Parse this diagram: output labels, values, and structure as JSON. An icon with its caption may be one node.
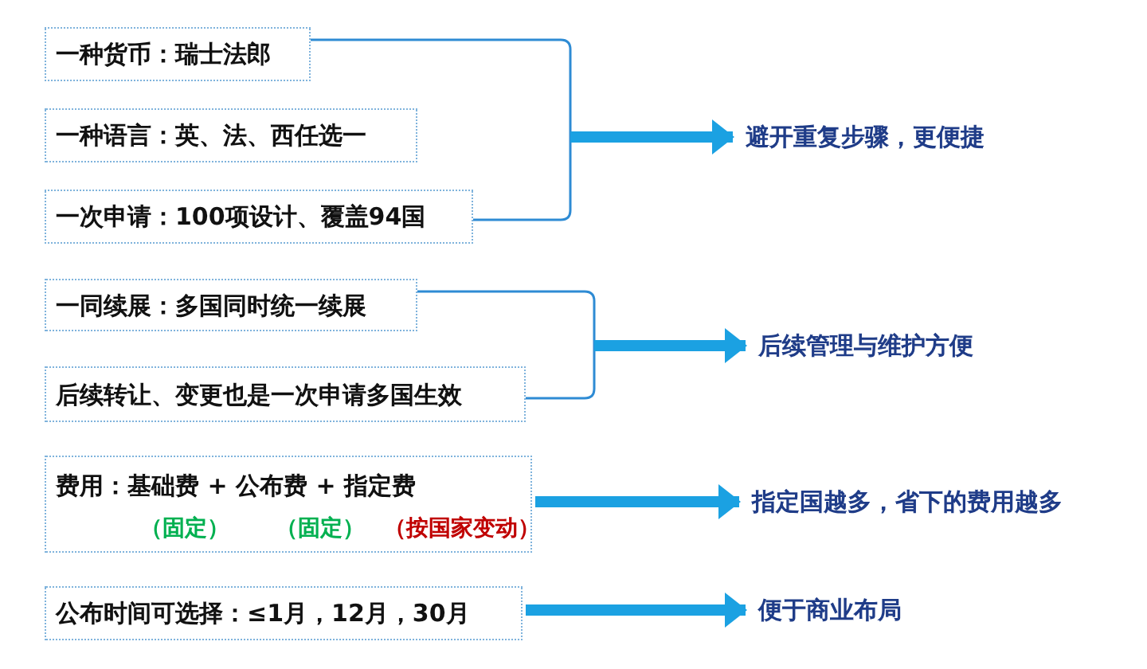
{
  "diagram": {
    "nodes": [
      {
        "text": [
          "一种货币：瑞士法郎"
        ]
      },
      {
        "text": [
          "一种语言：英、法、西任选一"
        ]
      },
      {
        "text": [
          "一次申请：100项设计、覆盖94国"
        ]
      },
      {
        "text": [
          "一同续展：多国同时统一续展"
        ]
      },
      {
        "text": [
          "后续转让、变更也是一次申请多国生效"
        ]
      },
      {
        "text": [
          "费用：基础费 + 公布费 + 指定费",
          "（固定）",
          "（固定）",
          "（按国家变动）"
        ]
      },
      {
        "text": [
          "公布时间可选择：≤1月，12月，30月"
        ]
      },
      {
        "text": [
          "避开重复步骤，更便捷"
        ]
      },
      {
        "text": [
          "后续管理与维护方便"
        ]
      },
      {
        "text": [
          "指定国越多，省下的费用越多"
        ]
      },
      {
        "text": [
          "便于商业布局"
        ]
      }
    ],
    "edges": [
      {
        "from": 0,
        "to": 7,
        "arrow": "to"
      },
      {
        "from": 2,
        "to": 7,
        "arrow": "to"
      },
      {
        "from": 3,
        "to": 8,
        "arrow": "to"
      },
      {
        "from": 4,
        "to": 8,
        "arrow": "to"
      },
      {
        "from": 5,
        "to": 9,
        "arrow": "to",
        "style": "thick"
      },
      {
        "from": 6,
        "to": 10,
        "arrow": "to",
        "style": "thick"
      }
    ]
  }
}
